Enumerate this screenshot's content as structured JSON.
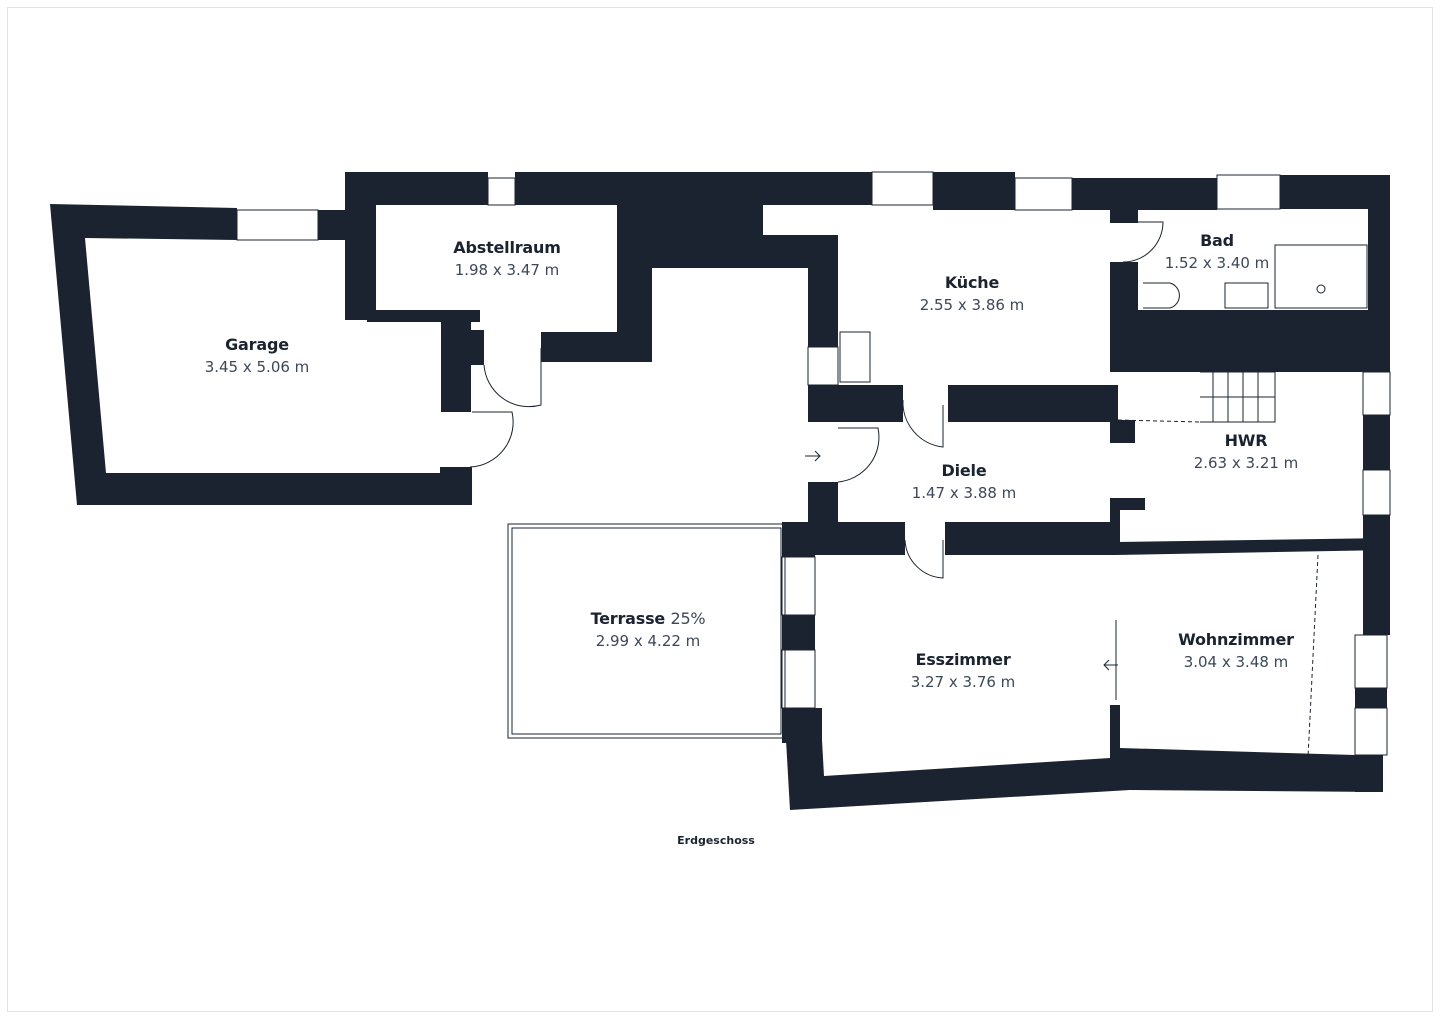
{
  "colors": {
    "wall": "#1b2330",
    "text": "#1b2330",
    "dims": "#3c485a"
  },
  "floor_label": "Erdgeschoss",
  "rooms": [
    {
      "name": "Garage",
      "dims": "3.45 x 5.06 m"
    },
    {
      "name": "Abstellraum",
      "dims": "1.98 x 3.47 m"
    },
    {
      "name": "Küche",
      "dims": "2.55 x 3.86 m"
    },
    {
      "name": "Bad",
      "dims": "1.52 x 3.40 m"
    },
    {
      "name": "HWR",
      "dims": "2.63 x 3.21 m"
    },
    {
      "name": "Diele",
      "dims": "1.47 x 3.88 m"
    },
    {
      "name": "Terrasse",
      "extra": "25%",
      "dims": "2.99 x 4.22 m"
    },
    {
      "name": "Esszimmer",
      "dims": "3.27 x 3.76 m"
    },
    {
      "name": "Wohnzimmer",
      "dims": "3.04 x 3.48 m"
    }
  ]
}
